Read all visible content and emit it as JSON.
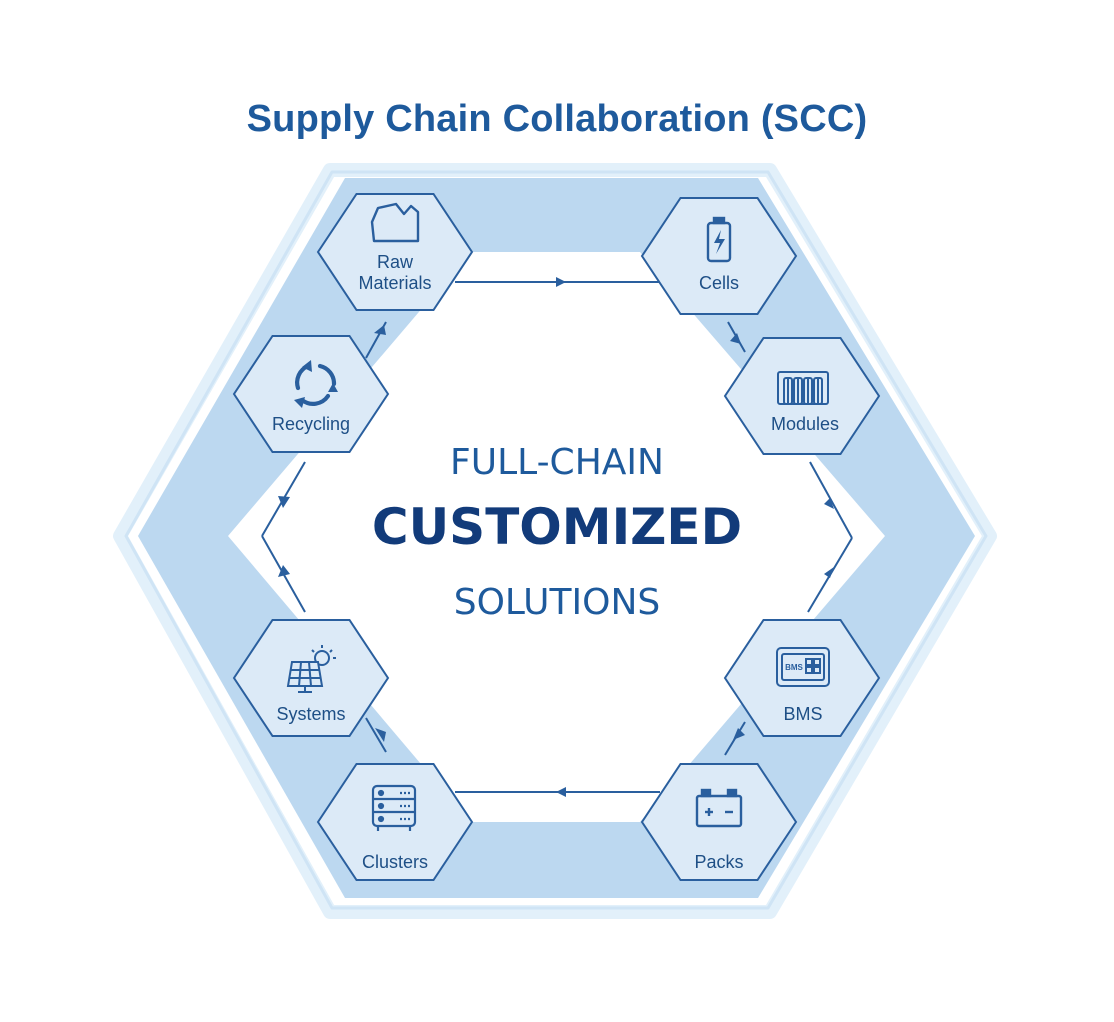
{
  "title": "Supply Chain Collaboration (SCC)",
  "center": {
    "line1": "FULL-CHAIN",
    "line2": "CUSTOMIZED",
    "line3": "SOLUTIONS"
  },
  "nodes": [
    {
      "id": "raw-materials",
      "label_lines": [
        "Raw",
        "Materials"
      ],
      "icon": "rock-icon"
    },
    {
      "id": "cells",
      "label_lines": [
        "Cells"
      ],
      "icon": "battery-cell-icon"
    },
    {
      "id": "modules",
      "label_lines": [
        "Modules"
      ],
      "icon": "battery-module-icon"
    },
    {
      "id": "bms",
      "label_lines": [
        "BMS"
      ],
      "icon": "bms-board-icon",
      "icon_text": "BMS"
    },
    {
      "id": "packs",
      "label_lines": [
        "Packs"
      ],
      "icon": "battery-pack-icon"
    },
    {
      "id": "clusters",
      "label_lines": [
        "Clusters"
      ],
      "icon": "server-rack-icon"
    },
    {
      "id": "systems",
      "label_lines": [
        "Systems"
      ],
      "icon": "solar-panel-icon"
    },
    {
      "id": "recycling",
      "label_lines": [
        "Recycling"
      ],
      "icon": "recycle-icon"
    }
  ],
  "colors": {
    "title": "#1e5a9c",
    "center_light": "#1e5a9c",
    "center_bold": "#123b7a",
    "outer_band": "#bcd8f0",
    "outer_glow": "#d9ecf8",
    "node_fill": "#dceaf7",
    "node_stroke": "#2a5f9e",
    "icon": "#2a5f9e",
    "label": "#1e4f86",
    "connector": "#2a5f9e"
  }
}
